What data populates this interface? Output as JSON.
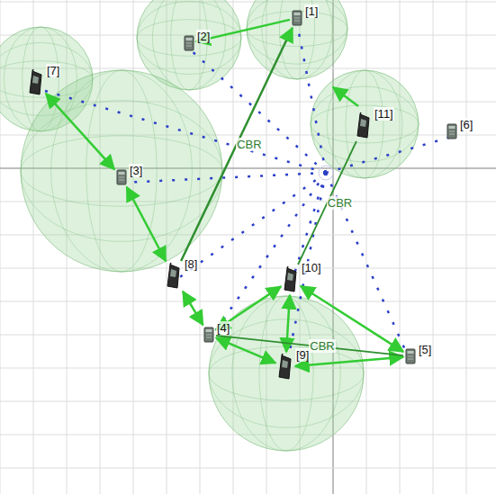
{
  "diagram": {
    "nodes": [
      {
        "text": [
          "[1]"
        ]
      },
      {
        "text": [
          "[2]"
        ]
      },
      {
        "text": [
          "[3]"
        ]
      },
      {
        "text": [
          "[4]"
        ]
      },
      {
        "text": [
          "[5]"
        ]
      },
      {
        "text": [
          "[6]"
        ]
      },
      {
        "text": [
          "[7]"
        ]
      },
      {
        "text": [
          "[8]"
        ]
      },
      {
        "text": [
          "[9]"
        ]
      },
      {
        "text": [
          "[10]"
        ]
      },
      {
        "text": [
          "[11]"
        ]
      }
    ],
    "edges": [
      {
        "from": 6,
        "to": 2,
        "arrow": "both"
      },
      {
        "from": 2,
        "to": 7,
        "arrow": "both"
      },
      {
        "from": 7,
        "to": 3,
        "arrow": "both"
      },
      {
        "from": 3,
        "to": 9,
        "arrow": "both"
      },
      {
        "from": 3,
        "to": 8,
        "arrow": "both"
      },
      {
        "from": 9,
        "to": 8,
        "arrow": "both"
      },
      {
        "from": 9,
        "to": 4,
        "arrow": "both"
      },
      {
        "from": 8,
        "to": 4,
        "arrow": "both"
      },
      {
        "from": 7,
        "to": 0,
        "arrow": "to",
        "label": "CBR"
      },
      {
        "from": 0,
        "to": 1,
        "arrow": "to"
      },
      {
        "from": 9,
        "to": 10,
        "arrow": "none",
        "label": "CBR"
      },
      {
        "from": 3,
        "to": 4,
        "arrow": "none",
        "label": "CBR"
      }
    ]
  }
}
